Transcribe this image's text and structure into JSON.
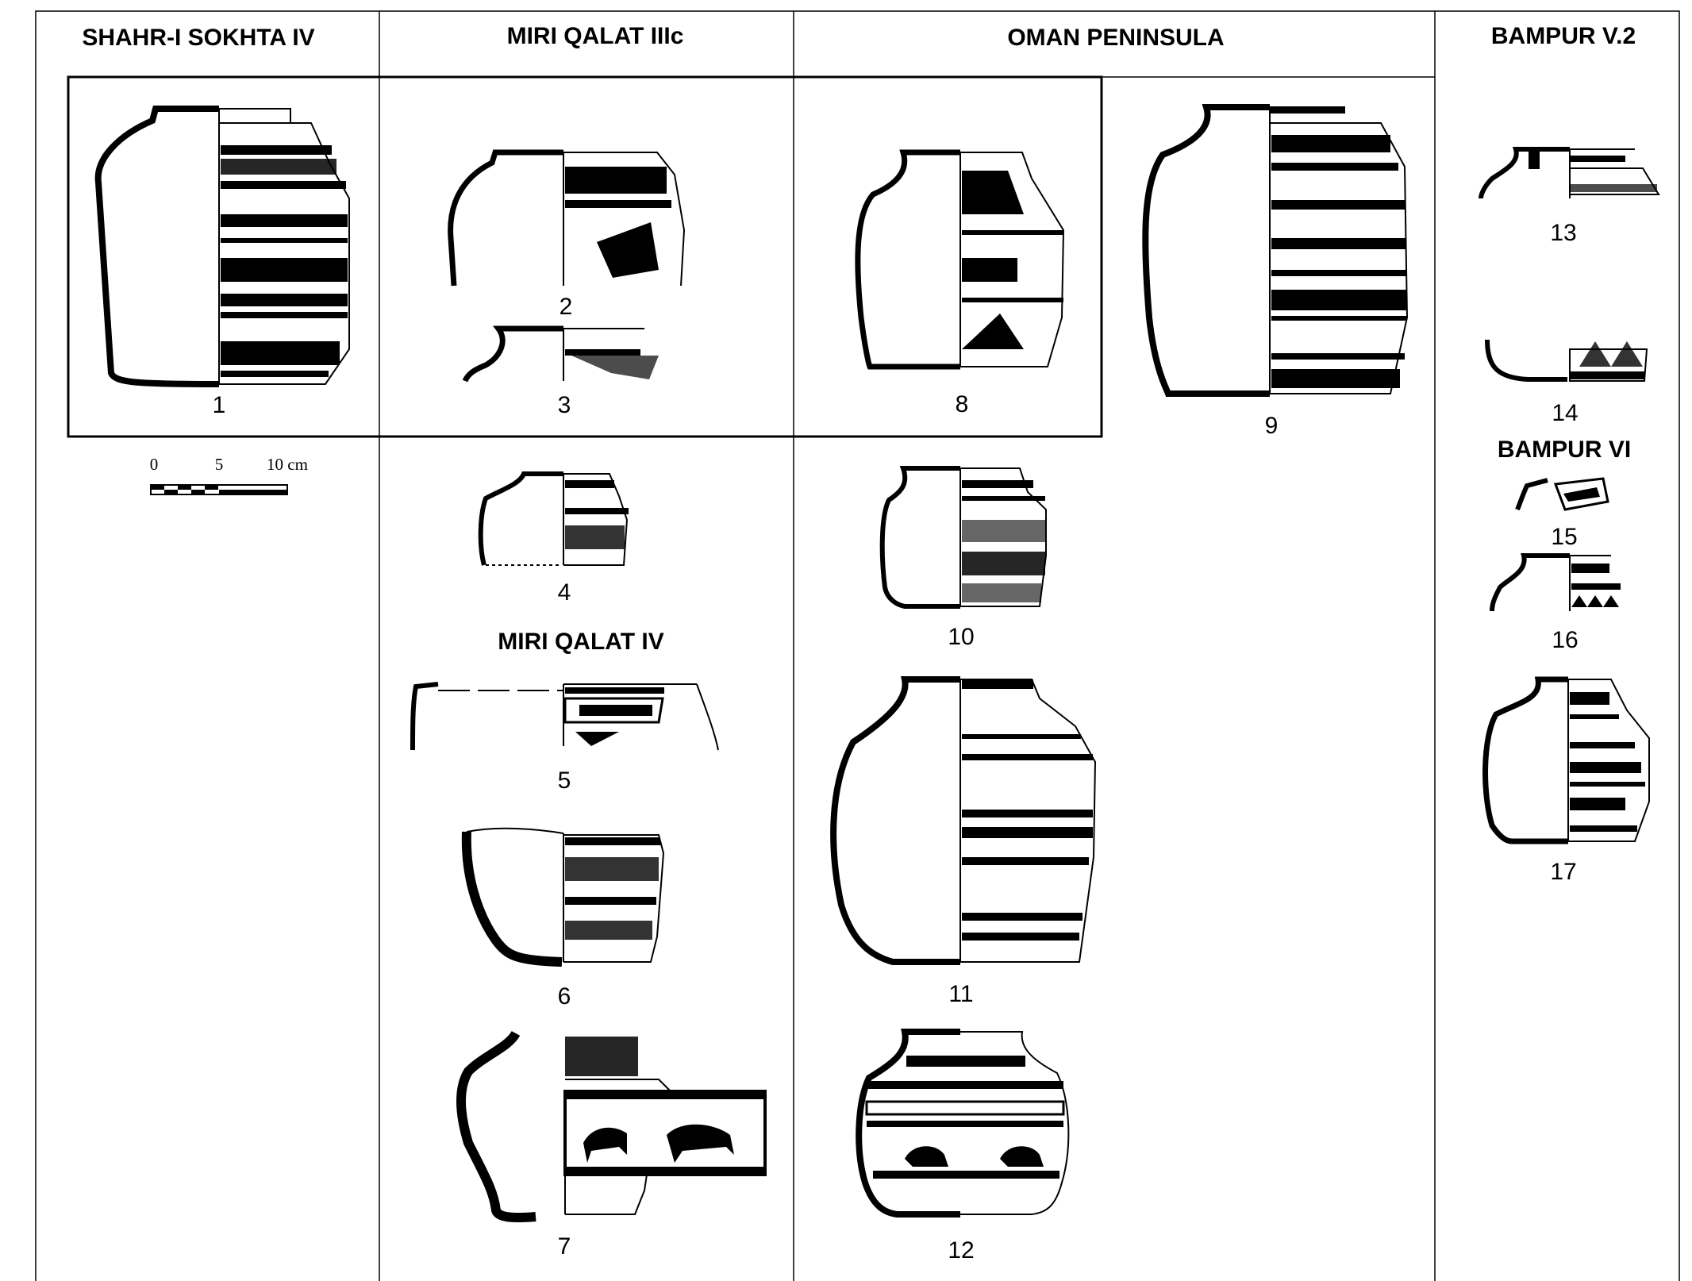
{
  "columns": [
    {
      "id": "shahr",
      "heading": "SHAHR-I SOKHTA IV"
    },
    {
      "id": "miri",
      "heading": "MIRI QALAT IIIc"
    },
    {
      "id": "oman",
      "heading": "OMAN PENINSULA"
    },
    {
      "id": "bampur",
      "heading": "BAMPUR V.2"
    }
  ],
  "subheadings": {
    "miri_iv": "MIRI QALAT IV",
    "bampur_vi": "BAMPUR VI"
  },
  "scale_bar": {
    "labels": [
      "0",
      "5",
      "10 cm"
    ]
  },
  "vessels": [
    {
      "id": "v1",
      "label": "1",
      "icon": "jar-icon"
    },
    {
      "id": "v2",
      "label": "2",
      "icon": "jar-icon"
    },
    {
      "id": "v3",
      "label": "3",
      "icon": "jar-icon"
    },
    {
      "id": "v4",
      "label": "4",
      "icon": "jar-icon"
    },
    {
      "id": "v5",
      "label": "5",
      "icon": "bowl-icon"
    },
    {
      "id": "v6",
      "label": "6",
      "icon": "bowl-icon"
    },
    {
      "id": "v7",
      "label": "7",
      "icon": "jar-icon"
    },
    {
      "id": "v8",
      "label": "8",
      "icon": "jar-icon"
    },
    {
      "id": "v9",
      "label": "9",
      "icon": "jar-icon"
    },
    {
      "id": "v10",
      "label": "10",
      "icon": "jar-icon"
    },
    {
      "id": "v11",
      "label": "11",
      "icon": "jar-icon"
    },
    {
      "id": "v12",
      "label": "12",
      "icon": "jar-icon"
    },
    {
      "id": "v13",
      "label": "13",
      "icon": "jar-icon"
    },
    {
      "id": "v14",
      "label": "14",
      "icon": "bowl-icon"
    },
    {
      "id": "v15",
      "label": "15",
      "icon": "sherd-icon"
    },
    {
      "id": "v16",
      "label": "16",
      "icon": "jar-icon"
    },
    {
      "id": "v17",
      "label": "17",
      "icon": "jar-icon"
    }
  ]
}
